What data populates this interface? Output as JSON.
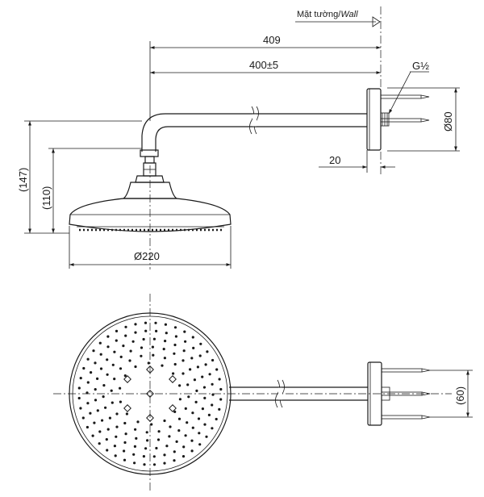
{
  "side_view": {
    "wall_label": "Mặt tường/",
    "wall_label_italic": "Wall",
    "dim_409": "409",
    "dim_400": "400±5",
    "dim_g12": "G½",
    "dim_d80": "Ø80",
    "dim_20": "20",
    "dim_147": "(147)",
    "dim_110": "(110)",
    "dim_d220": "Ø220"
  },
  "top_view": {
    "dim_60": "(60)"
  }
}
